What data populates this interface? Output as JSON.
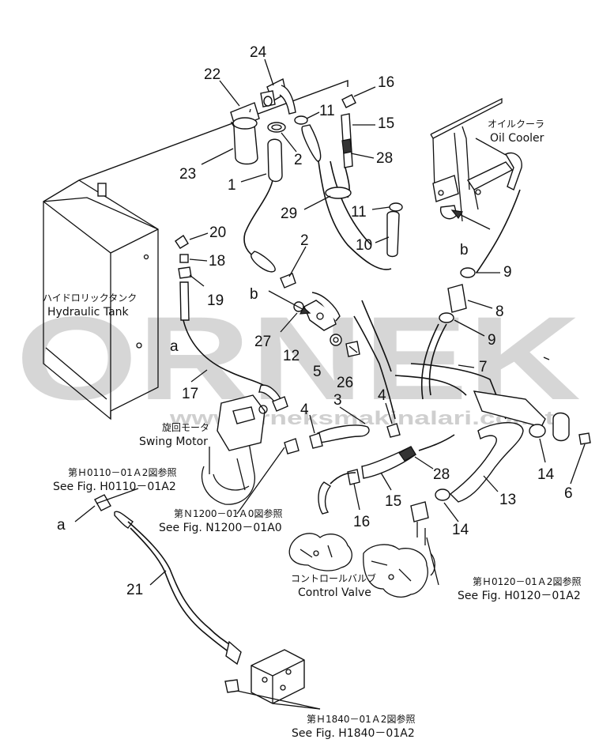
{
  "watermark": {
    "brand": "ORNEK",
    "url": "www.orneksmakinalari.com.tr"
  },
  "labels": {
    "oil_cooler_jp": "オイルクーラ",
    "oil_cooler_en": "Oil Cooler",
    "hydraulic_tank_jp": "ハイドロリックタンク",
    "hydraulic_tank_en": "Hydraulic Tank",
    "swing_motor_jp": "旋回モータ",
    "swing_motor_en": "Swing Motor",
    "control_valve_jp": "コントロールバルブ",
    "control_valve_en": "Control Valve",
    "ref_h0110_jp": "第Ｈ0110－01Ａ2図参照",
    "ref_h0110_en": "See Fig. H0110－01A2",
    "ref_n1200_jp": "第Ｎ1200－01Ａ0図参照",
    "ref_n1200_en": "See Fig. N1200－01A0",
    "ref_h0120_jp": "第Ｈ0120－01Ａ2図参照",
    "ref_h0120_en": "See Fig. H0120－01A2",
    "ref_h1840_jp": "第Ｈ1840－01Ａ2図参照",
    "ref_h1840_en": "See Fig. H1840－01A2",
    "letter_a_1": "a",
    "letter_a_2": "a",
    "letter_b_1": "b",
    "letter_b_2": "b"
  },
  "part_numbers": {
    "p24": "24",
    "p22": "22",
    "p16a": "16",
    "p11a": "11",
    "p15a": "15",
    "p2a": "2",
    "p28a": "28",
    "p23": "23",
    "p1": "1",
    "p29": "29",
    "p11b": "11",
    "p10": "10",
    "p20": "20",
    "p18": "18",
    "p19": "19",
    "p2b": "2",
    "p9a": "9",
    "p8": "8",
    "p9b": "9",
    "p27": "27",
    "p12": "12",
    "p5": "5",
    "p26": "26",
    "p7": "7",
    "p17": "17",
    "p3": "3",
    "p4a": "4",
    "p4b": "4",
    "p28b": "28",
    "p14a": "14",
    "p6": "6",
    "p15b": "15",
    "p16b": "16",
    "p13": "13",
    "p14b": "14",
    "p21": "21"
  }
}
